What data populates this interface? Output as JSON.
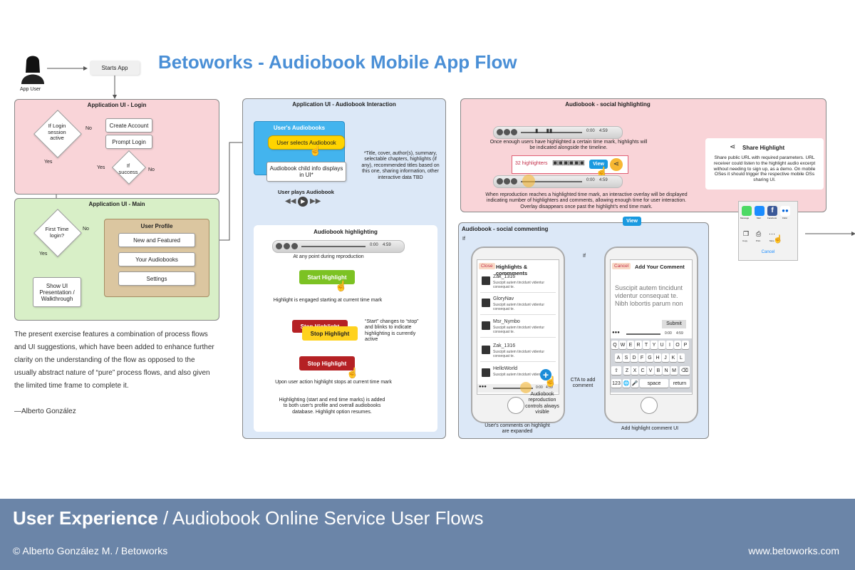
{
  "title": "Betoworks - Audiobook Mobile App Flow",
  "app_user_label": "App User",
  "starts_app": "Starts App",
  "login": {
    "title": "Application UI - Login",
    "decision_login": "If Login session active",
    "no1": "No",
    "yes1": "Yes",
    "create_account": "Create Account",
    "prompt_login": "Prompt Login",
    "decision_success": "If success",
    "yes2": "Yes",
    "no2": "No"
  },
  "main": {
    "title": "Application UI - Main",
    "decision_first": "First Time login?",
    "no": "No",
    "yes": "Yes",
    "walkthrough": "Show UI Presentation / Walkthrough",
    "profile_title": "User Profile",
    "items": [
      "New and Featured",
      "Your Audiobooks",
      "Settings"
    ]
  },
  "description": "The present exercise features a combination of process flows and UI suggestions, which have been added to enhance further clarity on the understanding of the flow as opposed to the usually abstract nature of “pure” process flows, and also given the limited time frame to complete it.",
  "signature": "—Alberto González",
  "interaction": {
    "title": "Application UI - Audiobook Interaction",
    "users_audiobooks": "User's Audiobooks",
    "selects": "User selects Audiobook",
    "child_info": "Audiobook child info displays in UI*",
    "note": "*Title, cover, author(s), summary, selectable chapters, highlights (if any), recommended titles based on this one, sharing information, other interactive data TBD",
    "plays": "User plays Audiobook",
    "highlighting_title": "Audiobook highlighting",
    "player_time": "0:00",
    "player_total": "4:59",
    "any_point": "At any point during reproduction",
    "start_highlight": "Start Highlight",
    "engaged": "Highlight is engaged starting at current time mark",
    "stop_highlight": "Stop Highlight",
    "stop_highlight_back": "Stop Highlight",
    "changes_note": "“Start” changes to “stop” and blinks to indicate highlighting is currently active",
    "stop_highlight2": "Stop Highlight",
    "stops": "Upon user action highlight stops at current time mark",
    "added": "Highlighting (start and end time marks) is added to both user's profile and overall audiobooks database. Highlight option resumes."
  },
  "social": {
    "title": "Audiobook - social highlighting",
    "time": "0:00",
    "total": "4:59",
    "note1": "Once enough users have highlighted a certain time mark, highlights will be indicated alongside the timeline.",
    "highlighters": "32 highlighters",
    "view": "View",
    "note2": "When reproduction reaches a highlighted time mark, an interactive overlay will be displayed indicating number of highlighters and comments, allowing enough time for user interaction. Overlay disappears once past the highlight's end time mark.",
    "share_title": "Share Highlight",
    "share_note": "Share public URL with required parameters. URL receiver could listen to the highlight audio excerpt without needing to sign up, as a demo. On mobile OSes it should trigger the respective mobile OSs sharing UI.",
    "share_apps": [
      "Message",
      "Mail",
      "Facebook",
      "Flickr"
    ],
    "share_apps2": [
      "Copy",
      "Print",
      "More"
    ],
    "cancel": "Cancel"
  },
  "commenting": {
    "title": "Audiobook - social commenting",
    "view": "View",
    "if1": "If",
    "if2": "If",
    "close": "Close",
    "list_title": "Highlights & commments",
    "comments": [
      {
        "user": "Zak_1316",
        "text": "Suscipit autem tincidunt videntur consequat te."
      },
      {
        "user": "GloryNav",
        "text": "Suscipit autem tincidunt videntur consequat te."
      },
      {
        "user": "Msr_Nymbo",
        "text": "Suscipit autem tincidunt videntur consequat te."
      },
      {
        "user": "Zak_1316",
        "text": "Suscipit autem tincidunt videntur consequat te."
      },
      {
        "user": "HelloWorld",
        "text": "Suscipit autem tincidunt videntur"
      }
    ],
    "time": "0:00",
    "total": "4:59",
    "controls_note": "Audiobook reproduction controls always visible",
    "expanded_note": "User's comments on highlight are expanded",
    "cta": "CTA to add comment",
    "cancel": "Cancel",
    "add_title": "Add Your Comment",
    "comment_text": "Suscipit autem tincidunt videntur consequat te. Nibh lobortis parum non",
    "submit": "Submit",
    "kb_row1": [
      "Q",
      "W",
      "E",
      "R",
      "T",
      "Y",
      "U",
      "I",
      "O",
      "P"
    ],
    "kb_row2": [
      "A",
      "S",
      "D",
      "F",
      "G",
      "H",
      "J",
      "K",
      "L"
    ],
    "kb_row3": [
      "Z",
      "X",
      "C",
      "V",
      "B",
      "N",
      "M"
    ],
    "kb_num": "123",
    "kb_space": "space",
    "kb_return": "return",
    "add_ui": "Add highlight comment UI"
  },
  "footer": {
    "heading_bold": "User Experience",
    "heading_rest": "/ Audiobook Online Service User Flows",
    "credit": "© Alberto González M. / Betoworks",
    "url": "www.betoworks.com"
  }
}
